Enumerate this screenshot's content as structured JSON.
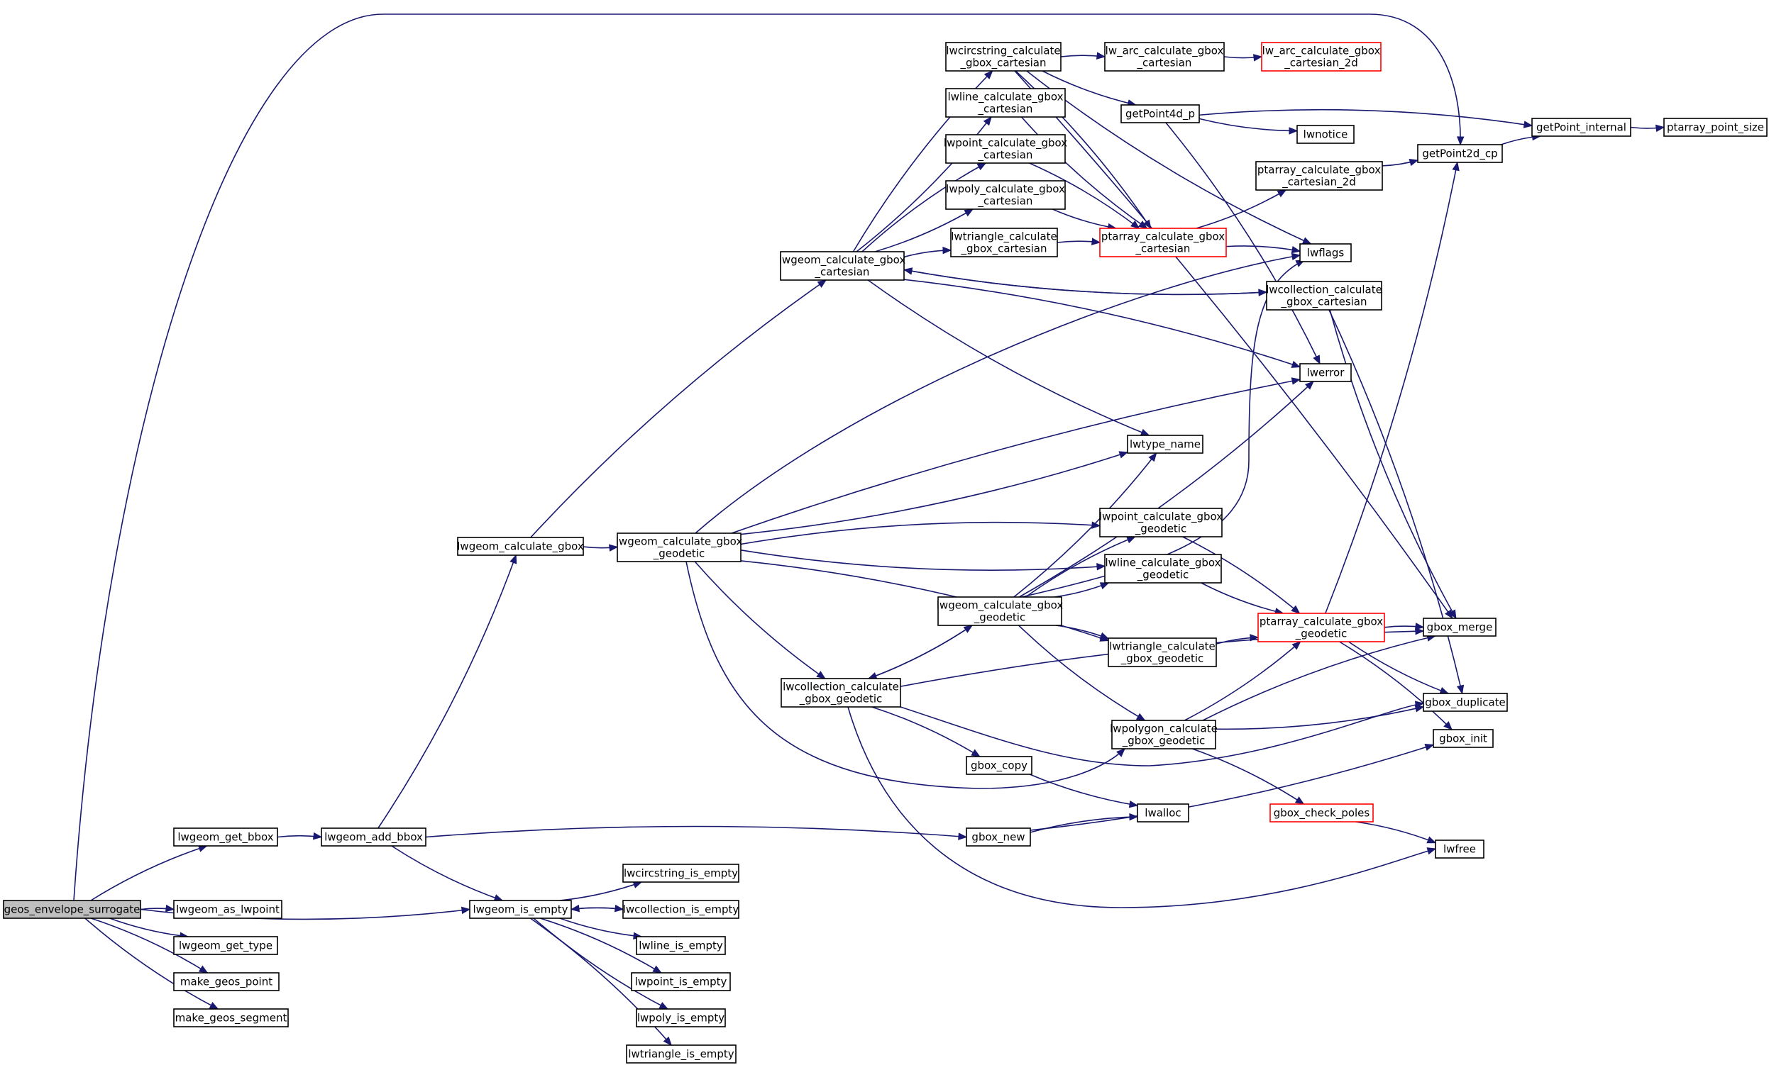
{
  "nodes": [
    {
      "id": "geos_envelope_surrogate",
      "lines": [
        "geos_envelope_surrogate"
      ],
      "root": true
    },
    {
      "id": "getPoint2d_cp",
      "lines": [
        "getPoint2d_cp"
      ]
    },
    {
      "id": "lwgeom_as_lwpoint",
      "lines": [
        "lwgeom_as_lwpoint"
      ]
    },
    {
      "id": "lwgeom_get_bbox",
      "lines": [
        "lwgeom_get_bbox"
      ]
    },
    {
      "id": "lwgeom_get_type",
      "lines": [
        "lwgeom_get_type"
      ]
    },
    {
      "id": "lwgeom_is_empty",
      "lines": [
        "lwgeom_is_empty"
      ]
    },
    {
      "id": "make_geos_point",
      "lines": [
        "make_geos_point"
      ]
    },
    {
      "id": "make_geos_segment",
      "lines": [
        "make_geos_segment"
      ]
    },
    {
      "id": "lwgeom_add_bbox",
      "lines": [
        "lwgeom_add_bbox"
      ]
    },
    {
      "id": "lwgeom_calculate_gbox",
      "lines": [
        "lwgeom_calculate_gbox"
      ]
    },
    {
      "id": "gbox_new",
      "lines": [
        "gbox_new"
      ]
    },
    {
      "id": "lwgeom_calculate_gbox_cartesian",
      "lines": [
        "lwgeom_calculate_gbox",
        "_cartesian"
      ]
    },
    {
      "id": "lwgeom_calculate_gbox_geodetic",
      "lines": [
        "lwgeom_calculate_gbox",
        "_geodetic"
      ]
    },
    {
      "id": "lwcircstring_calculate_gbox_cartesian",
      "lines": [
        "lwcircstring_calculate",
        "_gbox_cartesian"
      ]
    },
    {
      "id": "lwline_calculate_gbox_cartesian",
      "lines": [
        "lwline_calculate_gbox",
        "_cartesian"
      ]
    },
    {
      "id": "lwpoint_calculate_gbox_cartesian",
      "lines": [
        "lwpoint_calculate_gbox",
        "_cartesian"
      ]
    },
    {
      "id": "lwpoly_calculate_gbox_cartesian",
      "lines": [
        "lwpoly_calculate_gbox",
        "_cartesian"
      ]
    },
    {
      "id": "lwtriangle_calculate_gbox_cartesian",
      "lines": [
        "lwtriangle_calculate",
        "_gbox_cartesian"
      ]
    },
    {
      "id": "lw_arc_calculate_gbox_cartesian",
      "lines": [
        "lw_arc_calculate_gbox",
        "_cartesian"
      ]
    },
    {
      "id": "lw_arc_calculate_gbox_cartesian_2d",
      "lines": [
        "lw_arc_calculate_gbox",
        "_cartesian_2d"
      ],
      "truncated": true
    },
    {
      "id": "getPoint4d_p",
      "lines": [
        "getPoint4d_p"
      ]
    },
    {
      "id": "lwnotice",
      "lines": [
        "lwnotice"
      ]
    },
    {
      "id": "getPoint_internal",
      "lines": [
        "getPoint_internal"
      ]
    },
    {
      "id": "ptarray_point_size",
      "lines": [
        "ptarray_point_size"
      ]
    },
    {
      "id": "ptarray_calculate_gbox_cartesian_2d",
      "lines": [
        "ptarray_calculate_gbox",
        "_cartesian_2d"
      ]
    },
    {
      "id": "ptarray_calculate_gbox_cartesian",
      "lines": [
        "ptarray_calculate_gbox",
        "_cartesian"
      ],
      "truncated": true
    },
    {
      "id": "lwflags",
      "lines": [
        "lwflags"
      ]
    },
    {
      "id": "lwcollection_calculate_gbox_cartesian",
      "lines": [
        "lwcollection_calculate",
        "_gbox_cartesian"
      ]
    },
    {
      "id": "lwerror",
      "lines": [
        "lwerror"
      ]
    },
    {
      "id": "lwtype_name",
      "lines": [
        "lwtype_name"
      ]
    },
    {
      "id": "lwpoint_calculate_gbox_geodetic",
      "lines": [
        "lwpoint_calculate_gbox",
        "_geodetic"
      ]
    },
    {
      "id": "lwline_calculate_gbox_geodetic",
      "lines": [
        "lwline_calculate_gbox",
        "_geodetic"
      ]
    },
    {
      "id": "lwgeom_calculate_gbox_geodetic2",
      "lines": [
        "lwgeom_calculate_gbox",
        "_geodetic"
      ]
    },
    {
      "id": "lwtriangle_calculate_gbox_geodetic",
      "lines": [
        "lwtriangle_calculate",
        "_gbox_geodetic"
      ]
    },
    {
      "id": "ptarray_calculate_gbox_geodetic",
      "lines": [
        "ptarray_calculate_gbox",
        "_geodetic"
      ],
      "truncated": true
    },
    {
      "id": "gbox_merge",
      "lines": [
        "gbox_merge"
      ]
    },
    {
      "id": "lwcollection_calculate_gbox_geodetic",
      "lines": [
        "lwcollection_calculate",
        "_gbox_geodetic"
      ]
    },
    {
      "id": "lwpolygon_calculate_gbox_geodetic",
      "lines": [
        "lwpolygon_calculate",
        "_gbox_geodetic"
      ]
    },
    {
      "id": "gbox_duplicate",
      "lines": [
        "gbox_duplicate"
      ]
    },
    {
      "id": "gbox_init",
      "lines": [
        "gbox_init"
      ]
    },
    {
      "id": "gbox_copy",
      "lines": [
        "gbox_copy"
      ]
    },
    {
      "id": "lwalloc",
      "lines": [
        "lwalloc"
      ]
    },
    {
      "id": "gbox_check_poles",
      "lines": [
        "gbox_check_poles"
      ],
      "truncated": true
    },
    {
      "id": "lwfree",
      "lines": [
        "lwfree"
      ]
    },
    {
      "id": "lwcircstring_is_empty",
      "lines": [
        "lwcircstring_is_empty"
      ]
    },
    {
      "id": "lwcollection_is_empty",
      "lines": [
        "lwcollection_is_empty"
      ]
    },
    {
      "id": "lwline_is_empty",
      "lines": [
        "lwline_is_empty"
      ]
    },
    {
      "id": "lwpoint_is_empty",
      "lines": [
        "lwpoint_is_empty"
      ]
    },
    {
      "id": "lwpoly_is_empty",
      "lines": [
        "lwpoly_is_empty"
      ]
    },
    {
      "id": "lwtriangle_is_empty",
      "lines": [
        "lwtriangle_is_empty"
      ]
    }
  ],
  "edges": [
    [
      "geos_envelope_surrogate",
      "getPoint2d_cp"
    ],
    [
      "geos_envelope_surrogate",
      "lwgeom_get_bbox"
    ],
    [
      "geos_envelope_surrogate",
      "lwgeom_is_empty"
    ],
    [
      "geos_envelope_surrogate",
      "lwgeom_as_lwpoint"
    ],
    [
      "geos_envelope_surrogate",
      "lwgeom_get_type"
    ],
    [
      "geos_envelope_surrogate",
      "make_geos_point"
    ],
    [
      "geos_envelope_surrogate",
      "make_geos_segment"
    ],
    [
      "lwgeom_get_bbox",
      "lwgeom_add_bbox"
    ],
    [
      "lwgeom_add_bbox",
      "lwgeom_calculate_gbox"
    ],
    [
      "lwgeom_add_bbox",
      "gbox_new"
    ],
    [
      "lwgeom_add_bbox",
      "lwgeom_is_empty"
    ],
    [
      "lwgeom_calculate_gbox",
      "lwgeom_calculate_gbox_cartesian"
    ],
    [
      "lwgeom_calculate_gbox",
      "lwgeom_calculate_gbox_geodetic"
    ],
    [
      "lwgeom_calculate_gbox_cartesian",
      "lwcircstring_calculate_gbox_cartesian"
    ],
    [
      "lwgeom_calculate_gbox_cartesian",
      "lwline_calculate_gbox_cartesian"
    ],
    [
      "lwgeom_calculate_gbox_cartesian",
      "lwpoint_calculate_gbox_cartesian"
    ],
    [
      "lwgeom_calculate_gbox_cartesian",
      "lwpoly_calculate_gbox_cartesian"
    ],
    [
      "lwgeom_calculate_gbox_cartesian",
      "lwtriangle_calculate_gbox_cartesian"
    ],
    [
      "lwgeom_calculate_gbox_cartesian",
      "lwcollection_calculate_gbox_cartesian"
    ],
    [
      "lwgeom_calculate_gbox_cartesian",
      "lwerror"
    ],
    [
      "lwgeom_calculate_gbox_cartesian",
      "lwtype_name"
    ],
    [
      "lwcircstring_calculate_gbox_cartesian",
      "lw_arc_calculate_gbox_cartesian"
    ],
    [
      "lwcircstring_calculate_gbox_cartesian",
      "getPoint4d_p"
    ],
    [
      "lwcircstring_calculate_gbox_cartesian",
      "gbox_merge"
    ],
    [
      "lwcircstring_calculate_gbox_cartesian",
      "lwflags"
    ],
    [
      "lwcircstring_calculate_gbox_cartesian",
      "ptarray_calculate_gbox_cartesian"
    ],
    [
      "lw_arc_calculate_gbox_cartesian",
      "lw_arc_calculate_gbox_cartesian_2d"
    ],
    [
      "getPoint4d_p",
      "getPoint_internal"
    ],
    [
      "getPoint4d_p",
      "lwnotice"
    ],
    [
      "getPoint4d_p",
      "lwerror"
    ],
    [
      "getPoint_internal",
      "ptarray_point_size"
    ],
    [
      "getPoint2d_cp",
      "getPoint_internal"
    ],
    [
      "lwline_calculate_gbox_cartesian",
      "ptarray_calculate_gbox_cartesian"
    ],
    [
      "lwpoint_calculate_gbox_cartesian",
      "ptarray_calculate_gbox_cartesian"
    ],
    [
      "lwpoly_calculate_gbox_cartesian",
      "ptarray_calculate_gbox_cartesian"
    ],
    [
      "lwtriangle_calculate_gbox_cartesian",
      "ptarray_calculate_gbox_cartesian"
    ],
    [
      "ptarray_calculate_gbox_cartesian",
      "ptarray_calculate_gbox_cartesian_2d"
    ],
    [
      "ptarray_calculate_gbox_cartesian",
      "lwflags"
    ],
    [
      "ptarray_calculate_gbox_cartesian_2d",
      "getPoint2d_cp"
    ],
    [
      "lwcollection_calculate_gbox_cartesian",
      "lwgeom_calculate_gbox_cartesian"
    ],
    [
      "lwcollection_calculate_gbox_cartesian",
      "gbox_merge"
    ],
    [
      "lwcollection_calculate_gbox_cartesian",
      "gbox_duplicate"
    ],
    [
      "lwgeom_calculate_gbox_geodetic",
      "lwflags"
    ],
    [
      "lwgeom_calculate_gbox_geodetic",
      "lwerror"
    ],
    [
      "lwgeom_calculate_gbox_geodetic",
      "lwtype_name"
    ],
    [
      "lwgeom_calculate_gbox_geodetic",
      "lwpoint_calculate_gbox_geodetic"
    ],
    [
      "lwgeom_calculate_gbox_geodetic",
      "lwline_calculate_gbox_geodetic"
    ],
    [
      "lwgeom_calculate_gbox_geodetic",
      "lwtriangle_calculate_gbox_geodetic"
    ],
    [
      "lwgeom_calculate_gbox_geodetic",
      "lwcollection_calculate_gbox_geodetic"
    ],
    [
      "lwgeom_calculate_gbox_geodetic",
      "lwpolygon_calculate_gbox_geodetic"
    ],
    [
      "lwgeom_calculate_gbox_geodetic2",
      "lwtype_name"
    ],
    [
      "lwgeom_calculate_gbox_geodetic2",
      "lwflags"
    ],
    [
      "lwgeom_calculate_gbox_geodetic2",
      "lwerror"
    ],
    [
      "lwgeom_calculate_gbox_geodetic2",
      "lwpoint_calculate_gbox_geodetic"
    ],
    [
      "lwgeom_calculate_gbox_geodetic2",
      "lwline_calculate_gbox_geodetic"
    ],
    [
      "lwgeom_calculate_gbox_geodetic2",
      "lwtriangle_calculate_gbox_geodetic"
    ],
    [
      "lwgeom_calculate_gbox_geodetic2",
      "lwpolygon_calculate_gbox_geodetic"
    ],
    [
      "lwgeom_calculate_gbox_geodetic2",
      "lwcollection_calculate_gbox_geodetic"
    ],
    [
      "lwcollection_calculate_gbox_geodetic",
      "lwgeom_calculate_gbox_geodetic2"
    ],
    [
      "lwcollection_calculate_gbox_geodetic",
      "gbox_merge"
    ],
    [
      "lwcollection_calculate_gbox_geodetic",
      "gbox_duplicate"
    ],
    [
      "lwcollection_calculate_gbox_geodetic",
      "gbox_copy"
    ],
    [
      "lwcollection_calculate_gbox_geodetic",
      "lwfree"
    ],
    [
      "lwpoint_calculate_gbox_geodetic",
      "ptarray_calculate_gbox_geodetic"
    ],
    [
      "lwline_calculate_gbox_geodetic",
      "ptarray_calculate_gbox_geodetic"
    ],
    [
      "lwtriangle_calculate_gbox_geodetic",
      "ptarray_calculate_gbox_geodetic"
    ],
    [
      "lwpolygon_calculate_gbox_geodetic",
      "ptarray_calculate_gbox_geodetic"
    ],
    [
      "lwpolygon_calculate_gbox_geodetic",
      "gbox_merge"
    ],
    [
      "lwpolygon_calculate_gbox_geodetic",
      "gbox_duplicate"
    ],
    [
      "lwpolygon_calculate_gbox_geodetic",
      "gbox_check_poles"
    ],
    [
      "ptarray_calculate_gbox_geodetic",
      "getPoint2d_cp"
    ],
    [
      "ptarray_calculate_gbox_geodetic",
      "gbox_merge"
    ],
    [
      "ptarray_calculate_gbox_geodetic",
      "gbox_duplicate"
    ],
    [
      "ptarray_calculate_gbox_geodetic",
      "gbox_init"
    ],
    [
      "gbox_copy",
      "lwalloc"
    ],
    [
      "gbox_new",
      "lwalloc"
    ],
    [
      "gbox_new",
      "gbox_init"
    ],
    [
      "gbox_check_poles",
      "lwfree"
    ],
    [
      "lwgeom_is_empty",
      "lwcircstring_is_empty"
    ],
    [
      "lwgeom_is_empty",
      "lwcollection_is_empty"
    ],
    [
      "lwgeom_is_empty",
      "lwline_is_empty"
    ],
    [
      "lwgeom_is_empty",
      "lwpoint_is_empty"
    ],
    [
      "lwgeom_is_empty",
      "lwpoly_is_empty"
    ],
    [
      "lwgeom_is_empty",
      "lwtriangle_is_empty"
    ],
    [
      "lwcollection_is_empty",
      "lwgeom_is_empty"
    ]
  ]
}
